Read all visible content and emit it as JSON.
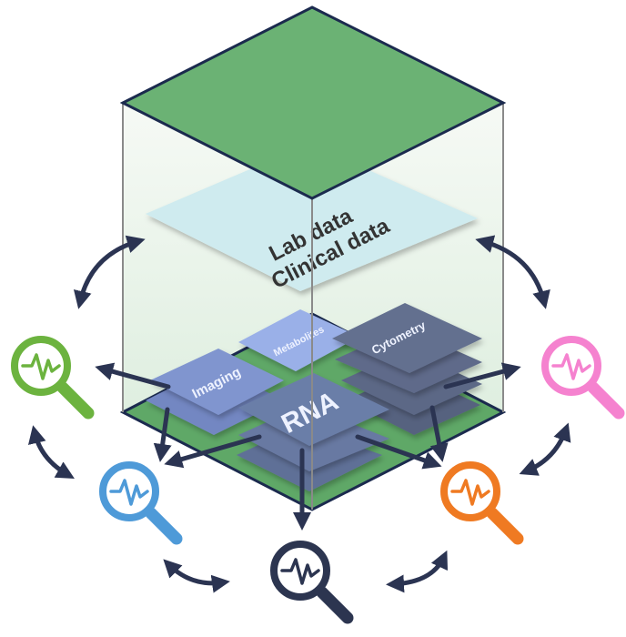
{
  "diagram": {
    "title": "Multi-omics data cube with analysis tools",
    "cube": {
      "top_face_color": "#6bb274",
      "edge_color": "#1b2a4e",
      "wall_gradient": [
        "#f4f8f3",
        "#d6ebd8"
      ]
    },
    "layers": {
      "lab_clinical": {
        "line1": "Lab data",
        "line2": "Clinical data",
        "color": "#cfebef"
      },
      "metabolites": {
        "label": "Metabolites",
        "color": "#9ab0e8"
      },
      "imaging": {
        "label": "Imaging",
        "color": "#8095cf"
      },
      "rna": {
        "label": "RNA",
        "color": "#6b7ea8"
      },
      "cytometry": {
        "label": "Cytometry",
        "color": "#5e6b8c"
      }
    },
    "tools": [
      {
        "name": "analysis-tool-green",
        "color": "#6cb33f"
      },
      {
        "name": "analysis-tool-blue",
        "color": "#4e9ad8"
      },
      {
        "name": "analysis-tool-navy",
        "color": "#2c3550"
      },
      {
        "name": "analysis-tool-orange",
        "color": "#ef7a22"
      },
      {
        "name": "analysis-tool-pink",
        "color": "#f582cf"
      }
    ],
    "arrow_color": "#2b3452"
  }
}
